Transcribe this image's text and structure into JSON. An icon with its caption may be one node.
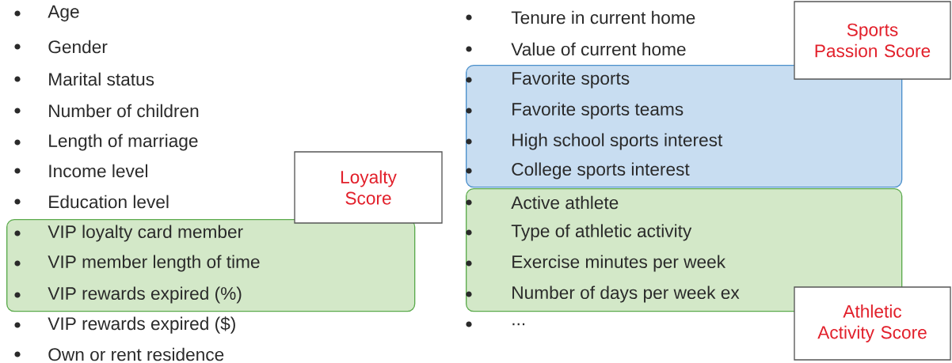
{
  "diagram": {
    "nodes": [
      {
        "text": [
          "VIP loyalty card member",
          "VIP member length of time",
          "VIP rewards expired (%)"
        ]
      },
      {
        "text": [
          "Loyalty Score"
        ]
      },
      {
        "text": [
          "Favorite sports",
          "Favorite sports teams",
          "High school sports interest",
          "College sports interest"
        ]
      },
      {
        "text": [
          "Sports Passion Score"
        ]
      },
      {
        "text": [
          "Active athlete",
          "Type of athletic activity",
          "Exercise minutes per week",
          "Number of days per week ex"
        ]
      },
      {
        "text": [
          "Athletic Activity Score"
        ]
      }
    ],
    "labels": [
      "Age",
      "Gender",
      "Marital status",
      "Number of children",
      "Length of marriage",
      "Income level",
      "Education level",
      "VIP rewards expired ($)",
      "Own or rent residence",
      "Tenure in current home",
      "Value of current home",
      "..."
    ]
  }
}
